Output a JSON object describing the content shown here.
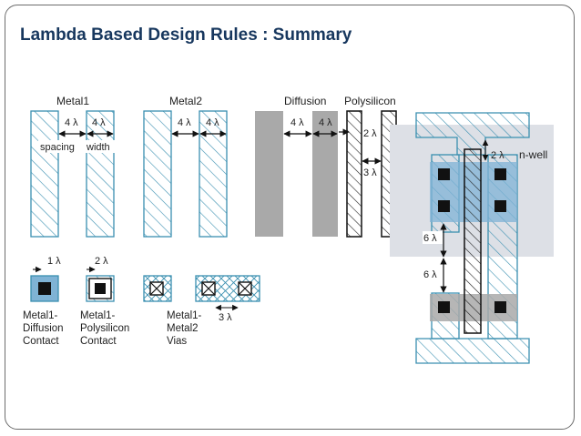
{
  "title": "Lambda Based Design Rules : Summary",
  "labels": {
    "metal1": "Metal1",
    "metal2": "Metal2",
    "diffusion": "Diffusion",
    "polysilicon": "Polysilicon",
    "nwell": "n-well",
    "spacing": "spacing",
    "width": "width"
  },
  "dims": {
    "four_lambda": "4 λ",
    "two_lambda": "2 λ",
    "three_lambda": "3 λ",
    "one_lambda": "1 λ",
    "six_lambda": "6 λ"
  },
  "contacts": {
    "metal1_diffusion": [
      "Metal1-",
      "Diffusion",
      "Contact"
    ],
    "metal1_polysilicon": [
      "Metal1-",
      "Polysilicon",
      "Contact"
    ],
    "metal1_metal2": [
      "Metal1-",
      "Metal2",
      "Vias"
    ]
  },
  "colors": {
    "title": "#17375e",
    "metal_hatch": "#3a8fb0",
    "diffusion": "#a9a9a9",
    "nwell": "#dde0e6",
    "contact_fill": "#7fb3d5",
    "contact_cut": "#111111"
  }
}
